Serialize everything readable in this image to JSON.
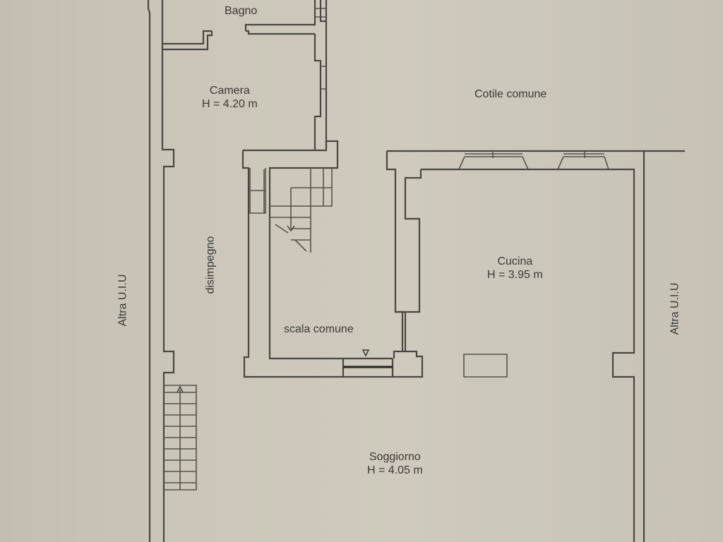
{
  "plan": {
    "rooms": [
      {
        "id": "bagno",
        "name": "Bagno"
      },
      {
        "id": "camera",
        "name": "Camera",
        "height": "H = 4.20 m"
      },
      {
        "id": "cotile",
        "name": "Cotile comune"
      },
      {
        "id": "cucina",
        "name": "Cucina",
        "height": "H = 3.95 m"
      },
      {
        "id": "disimpegno",
        "name": "disimpegno"
      },
      {
        "id": "scala",
        "name": "scala comune"
      },
      {
        "id": "soggiorno",
        "name": "Soggiorno",
        "height": "H = 4.05 m"
      }
    ],
    "neighbors": {
      "left": "Altra U.I.U",
      "right": "Altra U.I.U"
    },
    "colors": {
      "paper": "#cbc6b9",
      "line": "#4a4740",
      "text": "#3b3934"
    }
  }
}
